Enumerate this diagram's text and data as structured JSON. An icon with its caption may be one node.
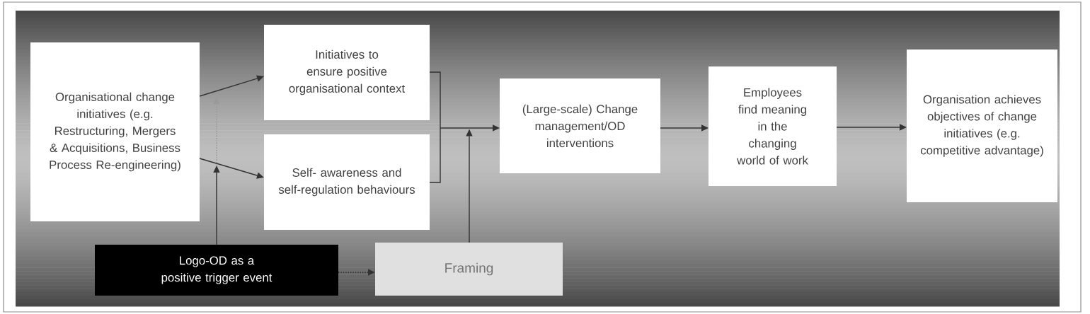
{
  "diagram": {
    "nodes": [
      {
        "text": [
          "Organisational change initiatives (e.g. Restructuring, Mergers & Acquisitions, Business Process Re-engineering)"
        ]
      },
      {
        "text": [
          "Initiatives to ensure positive organisational context"
        ]
      },
      {
        "text": [
          "Self- awareness and self-regulation behaviours"
        ]
      },
      {
        "text": [
          "(Large-scale) Change management/OD interventions"
        ]
      },
      {
        "text": [
          "Employees find meaning in the changing world of work"
        ]
      },
      {
        "text": [
          "Organisation achieves objectives of change initiatives (e.g. competitive advantage)"
        ]
      },
      {
        "text": [
          "Logo-OD as a positive trigger event"
        ]
      },
      {
        "text": [
          "Framing"
        ]
      }
    ],
    "edges": [
      {
        "from": 0,
        "to": 1,
        "arrow": "to"
      },
      {
        "from": 0,
        "to": 2,
        "arrow": "to"
      },
      {
        "from": 1,
        "to": 3,
        "arrow": "to"
      },
      {
        "from": 2,
        "to": 3,
        "arrow": "to"
      },
      {
        "from": 7,
        "to": 3,
        "arrow": "to"
      },
      {
        "from": 6,
        "to": null,
        "arrow": "to",
        "style": "dashed",
        "color": "#9a9a9a"
      },
      {
        "from": 6,
        "to": null,
        "arrow": "to"
      },
      {
        "from": 6,
        "to": 7,
        "arrow": "to",
        "style": "dashed"
      },
      {
        "from": 3,
        "to": 4,
        "arrow": "to"
      },
      {
        "from": 4,
        "to": 5,
        "arrow": "to"
      }
    ]
  }
}
